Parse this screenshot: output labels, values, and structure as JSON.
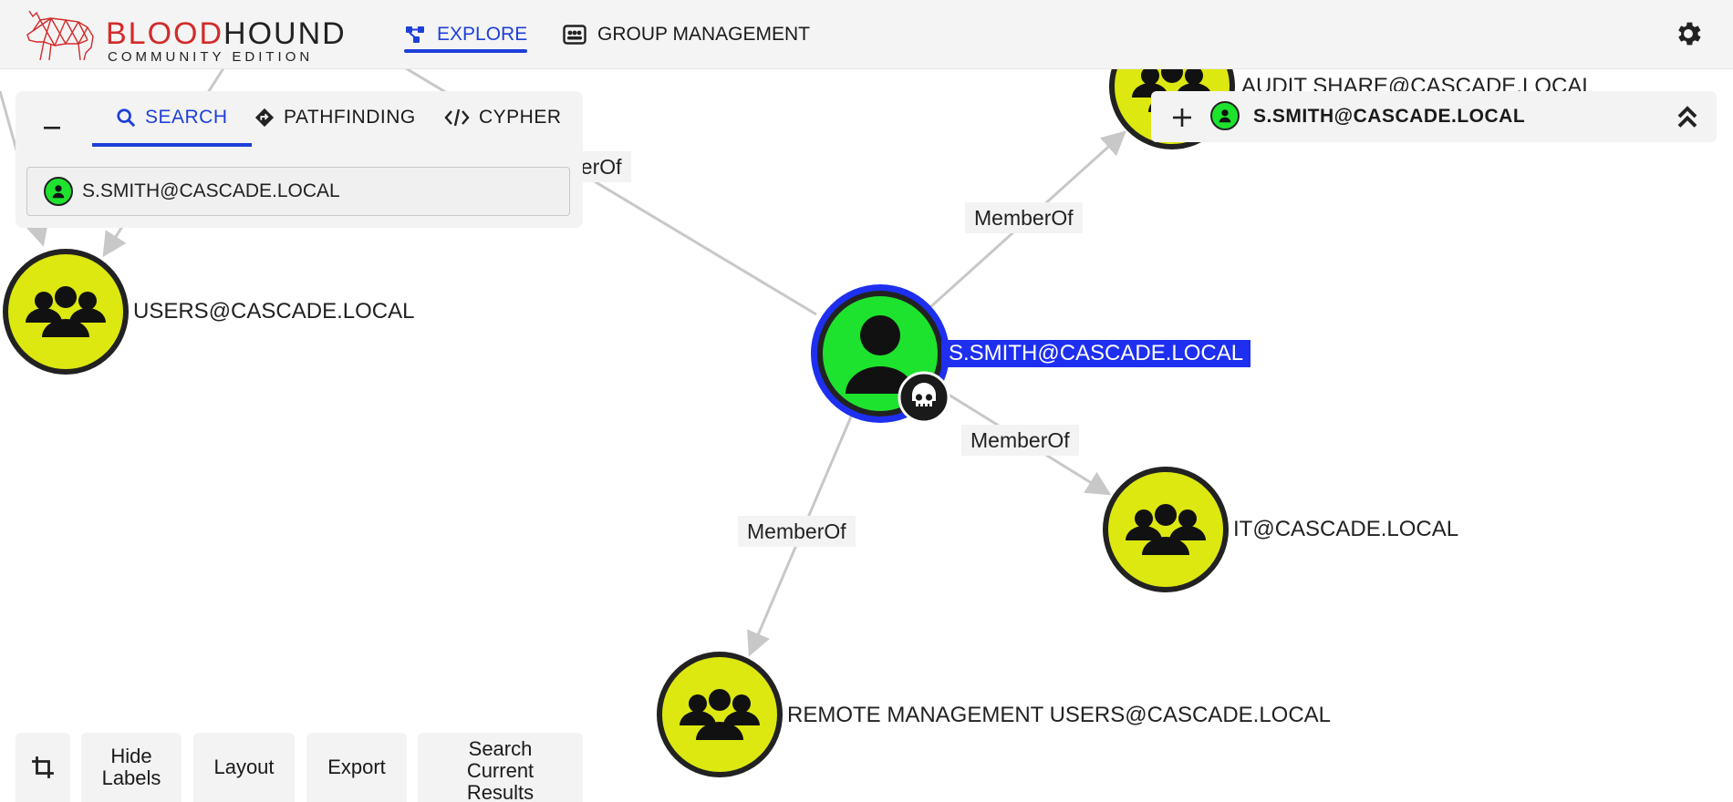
{
  "header": {
    "logo_word_red": "BLOOD",
    "logo_word_dark": "HOUND",
    "logo_subtitle": "COMMUNITY EDITION",
    "nav": [
      {
        "label": "EXPLORE",
        "icon": "graph-nodes-icon",
        "active": true
      },
      {
        "label": "GROUP MANAGEMENT",
        "icon": "id-card-icon",
        "active": false
      }
    ],
    "settings_icon": "gear-icon"
  },
  "search_panel": {
    "tabs": [
      {
        "label": "SEARCH",
        "icon": "search-icon",
        "active": true
      },
      {
        "label": "PATHFINDING",
        "icon": "route-diamond-icon",
        "active": false
      },
      {
        "label": "CYPHER",
        "icon": "code-icon",
        "active": false
      }
    ],
    "query_value": "S.SMITH@CASCADE.LOCAL"
  },
  "node_panel": {
    "title": "S.SMITH@CASCADE.LOCAL"
  },
  "graph": {
    "nodes": [
      {
        "label": "S.SMITH@CASCADE.LOCAL",
        "type": "user",
        "selected": true,
        "owned": true
      },
      {
        "label": "USERS@CASCADE.LOCAL",
        "type": "group"
      },
      {
        "label": "AUDIT SHARE@CASCADE.LOCAL",
        "type": "group"
      },
      {
        "label": "IT@CASCADE.LOCAL",
        "type": "group"
      },
      {
        "label": "REMOTE MANAGEMENT USERS@CASCADE.LOCAL",
        "type": "group"
      }
    ],
    "edge_label": "MemberOf",
    "partial_edge_label": "berOf"
  },
  "toolbar": {
    "buttons": [
      {
        "label": "",
        "icon": "crop-icon"
      },
      {
        "label": "Hide Labels"
      },
      {
        "label": "Layout"
      },
      {
        "label": "Export"
      },
      {
        "label": "Search Current Results"
      }
    ]
  },
  "colors": {
    "accent": "#1e3fd9",
    "user_node": "#1ee32e",
    "group_node": "#dce810",
    "selected_ring": "#1e2ff0",
    "brand_red": "#d32a2a"
  }
}
